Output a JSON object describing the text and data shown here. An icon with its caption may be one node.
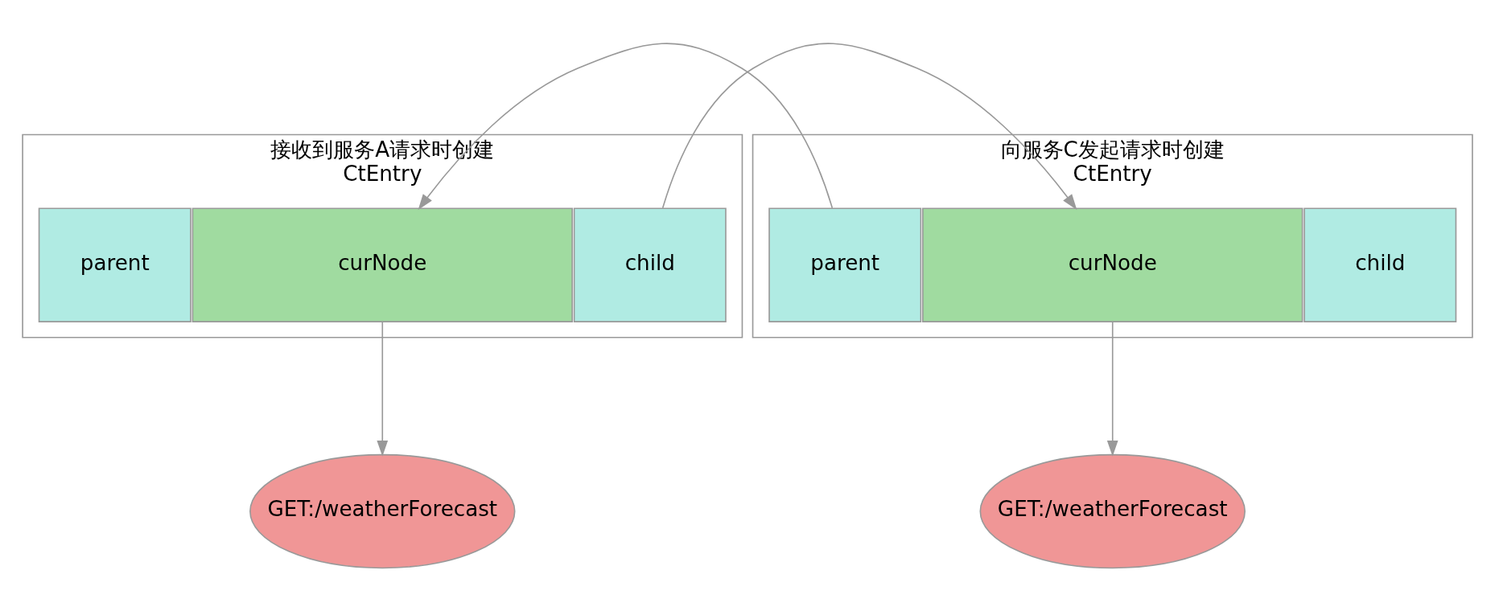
{
  "diagram": {
    "nodes": [
      {
        "text": [
          "接收到服务A请求时创建",
          "CtEntry"
        ]
      },
      {
        "text": [
          "parent"
        ],
        "in": 0
      },
      {
        "text": [
          "curNode"
        ],
        "in": 0
      },
      {
        "text": [
          "child"
        ],
        "in": 0
      },
      {
        "text": [
          "GET:/weatherForecast"
        ]
      },
      {
        "text": [
          "向服务C发起请求时创建",
          "CtEntry"
        ]
      },
      {
        "text": [
          "parent"
        ],
        "in": 5
      },
      {
        "text": [
          "curNode"
        ],
        "in": 5
      },
      {
        "text": [
          "child"
        ],
        "in": 5
      },
      {
        "text": [
          "GET:/weatherForecast"
        ]
      }
    ],
    "edges": [
      {
        "from": 2,
        "to": 4,
        "arrow": "to"
      },
      {
        "from": 3,
        "to": 7,
        "arrow": "to"
      },
      {
        "from": 6,
        "to": 2,
        "arrow": "to"
      },
      {
        "from": 7,
        "to": 9,
        "arrow": "to"
      }
    ]
  }
}
